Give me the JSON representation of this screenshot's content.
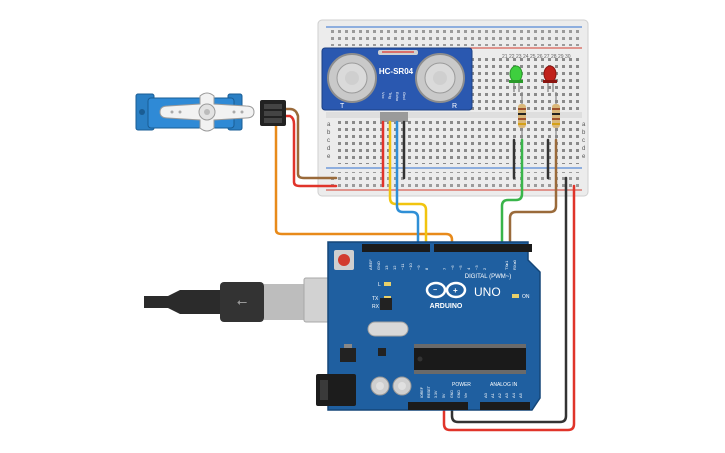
{
  "sensor": {
    "model": "HC-SR04",
    "pins": [
      "Vcc",
      "Trig",
      "Echo",
      "Gnd"
    ],
    "t_label": "T",
    "r_label": "R"
  },
  "arduino": {
    "brand": "ARDUINO",
    "model": "UNO",
    "digital_label": "DIGITAL (PWM~)",
    "power_label": "POWER",
    "analog_label": "ANALOG IN",
    "on_label": "ON",
    "led_l": "L",
    "tx": "TX",
    "rx": "RX",
    "top_pins": [
      "AREF",
      "GND",
      "13",
      "12",
      "~11",
      "~10",
      "~9",
      "8",
      "7",
      "~6",
      "~5",
      "4",
      "~3",
      "2",
      "TX▸1",
      "RX◂0"
    ],
    "power_pins": [
      "IOREF",
      "RESET",
      "3.3V",
      "5V",
      "GND",
      "GND",
      "Vin"
    ],
    "analog_pins": [
      "A0",
      "A1",
      "A2",
      "A3",
      "A4",
      "A5"
    ]
  },
  "breadboard": {
    "row_letters": [
      "a",
      "b",
      "c",
      "d",
      "e"
    ],
    "col_numbers_top": [
      "21",
      "22",
      "23",
      "24",
      "25",
      "26",
      "27",
      "28",
      "29",
      "30"
    ]
  },
  "colors": {
    "board": "#1f5fa0",
    "board_dark": "#154779",
    "breadboard": "#efefef",
    "wire_red": "#e0342a",
    "wire_orange": "#e88a1a",
    "wire_yellow": "#f1c40f",
    "wire_blue": "#2f8fd6",
    "wire_green": "#39b54a",
    "wire_brown": "#9a6a3a",
    "wire_black": "#333333",
    "servo": "#2a7fc4",
    "led_green": "#3ecf3e",
    "led_red": "#c0201a"
  }
}
